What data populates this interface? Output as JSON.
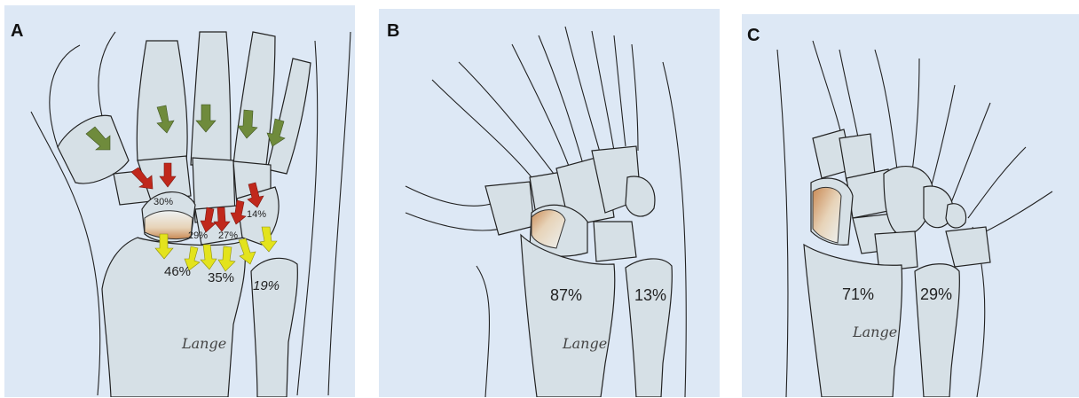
{
  "panels": [
    {
      "letter": "A",
      "labels": {
        "scaphoid_fossa": "30%",
        "lunate_left": "29%",
        "lunate_right": "27%",
        "triquetrum": "14%",
        "radius_left": "46%",
        "radius_mid": "35%",
        "ulna": "19%"
      },
      "arrow_colors": {
        "green": "#6f8b3c",
        "red": "#c0281c",
        "yellow": "#e3e31d"
      }
    },
    {
      "letter": "B",
      "labels": {
        "radius": "87%",
        "ulna": "13%"
      }
    },
    {
      "letter": "C",
      "labels": {
        "radius": "71%",
        "ulna": "29%"
      }
    }
  ],
  "signature": "Lange",
  "colors": {
    "background": "#dde8f5",
    "bone": "#d6e0e6",
    "outline": "#222222",
    "cartilage": "#c98a55"
  }
}
